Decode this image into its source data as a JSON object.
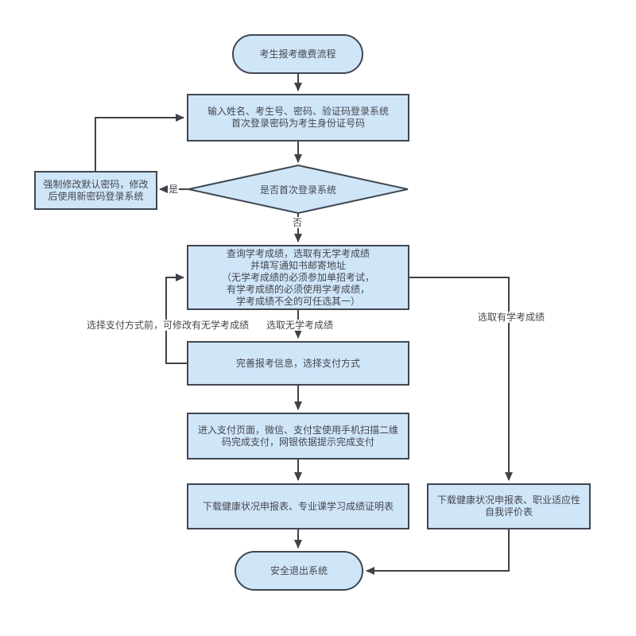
{
  "diagram": {
    "title": "考生报考缴费流程",
    "type": "flowchart"
  },
  "colors": {
    "canvas_bg": "#ffffff",
    "node_fill": "#cfe5f8",
    "node_border": "#3f4751",
    "arrow": "#3f4246",
    "text": "#45484d"
  },
  "nodes": {
    "start": "考生报考缴费流程",
    "login": "输入姓名、考生号、密码、验证码登录系统\n首次登录密码为考生身份证号码",
    "decision_first_login": "是否首次登录系统",
    "force_change_password": "强制修改默认密码，修改\n后使用新密码登录系统",
    "query_scores": "查询学考成绩，选取有无学考成绩\n并填写通知书邮寄地址\n（无学考成绩的必须参加单招考试，\n有学考成绩的必须使用学考成绩，\n学考成绩不全的可任选其一）",
    "complete_info": "完善报考信息，选择支付方式",
    "payment": "进入支付页面，微信、支付宝使用手机扫描二维\n码完成支付，网银依据提示完成支付",
    "download_no_scores": "下载健康状况申报表、专业课学习成绩证明表",
    "download_has_scores": "下载健康状况申报表、职业适应性\n自我评价表",
    "end": "安全退出系统"
  },
  "edge_labels": {
    "yes": "是",
    "no": "否",
    "modify_before_pay": "选择支付方式前，可修改有无学考成绩",
    "no_scores": "选取无学考成绩",
    "has_scores": "选取有学考成绩"
  }
}
